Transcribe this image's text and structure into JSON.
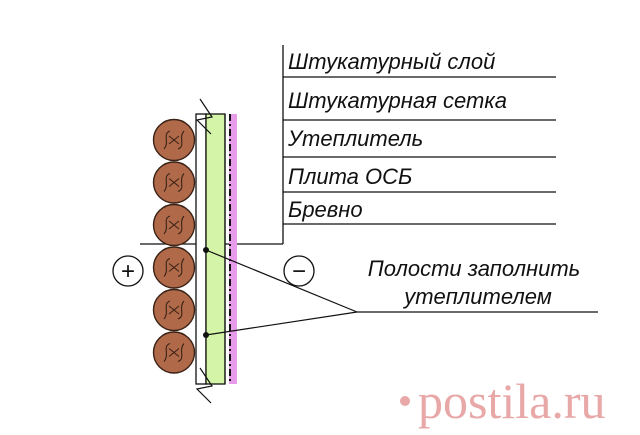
{
  "diagram": {
    "layers": [
      "Штукатурный слой",
      "Штукатурная сетка",
      "Утеплитель",
      "Плита ОСБ",
      "Бревно"
    ],
    "note_line1": "Полости заполнить",
    "note_line2": "утеплителем",
    "side_plus": "+",
    "side_minus": "−",
    "colors": {
      "log_fill": "#b06a4a",
      "insulation": "#d4f5a8",
      "finish_layer": "#e89be8",
      "line": "#111111"
    }
  },
  "watermark": {
    "text": "postila.ru",
    "color": "#e8a8a8"
  }
}
